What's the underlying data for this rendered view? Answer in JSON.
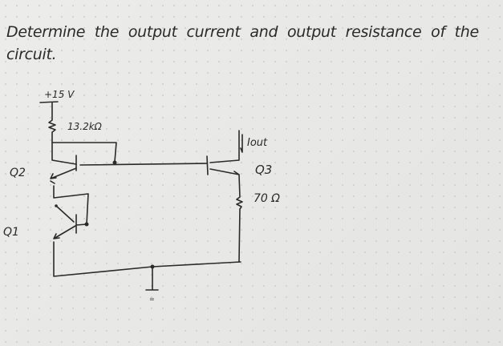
{
  "question": "Determine the output current and output resistance of the circuit.",
  "circuit": {
    "supply_label": "+15 V",
    "resistor_top_label": "13.2kΩ",
    "resistor_emitter_label": "70 Ω",
    "q1_label": "Q1",
    "q2_label": "Q2",
    "q3_label": "Q3",
    "output_current_label": "Iout",
    "ground_label": "="
  }
}
